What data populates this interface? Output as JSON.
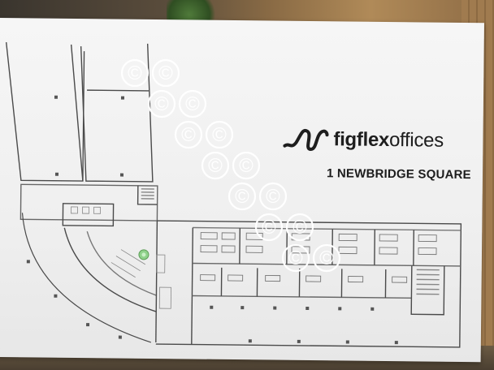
{
  "brand": {
    "part1": "figflex",
    "part2": "offices",
    "logo_icon": "squiggle-logo-icon"
  },
  "address": "1 NEWBRIDGE SQUARE",
  "watermark": {
    "glyph": "©",
    "count": 14,
    "color": "#ffffff"
  },
  "colors": {
    "board": "#f3f3f3",
    "ink": "#1e1e1e",
    "plan_line": "#4a4a4a",
    "green_table": "#8fd18a"
  }
}
